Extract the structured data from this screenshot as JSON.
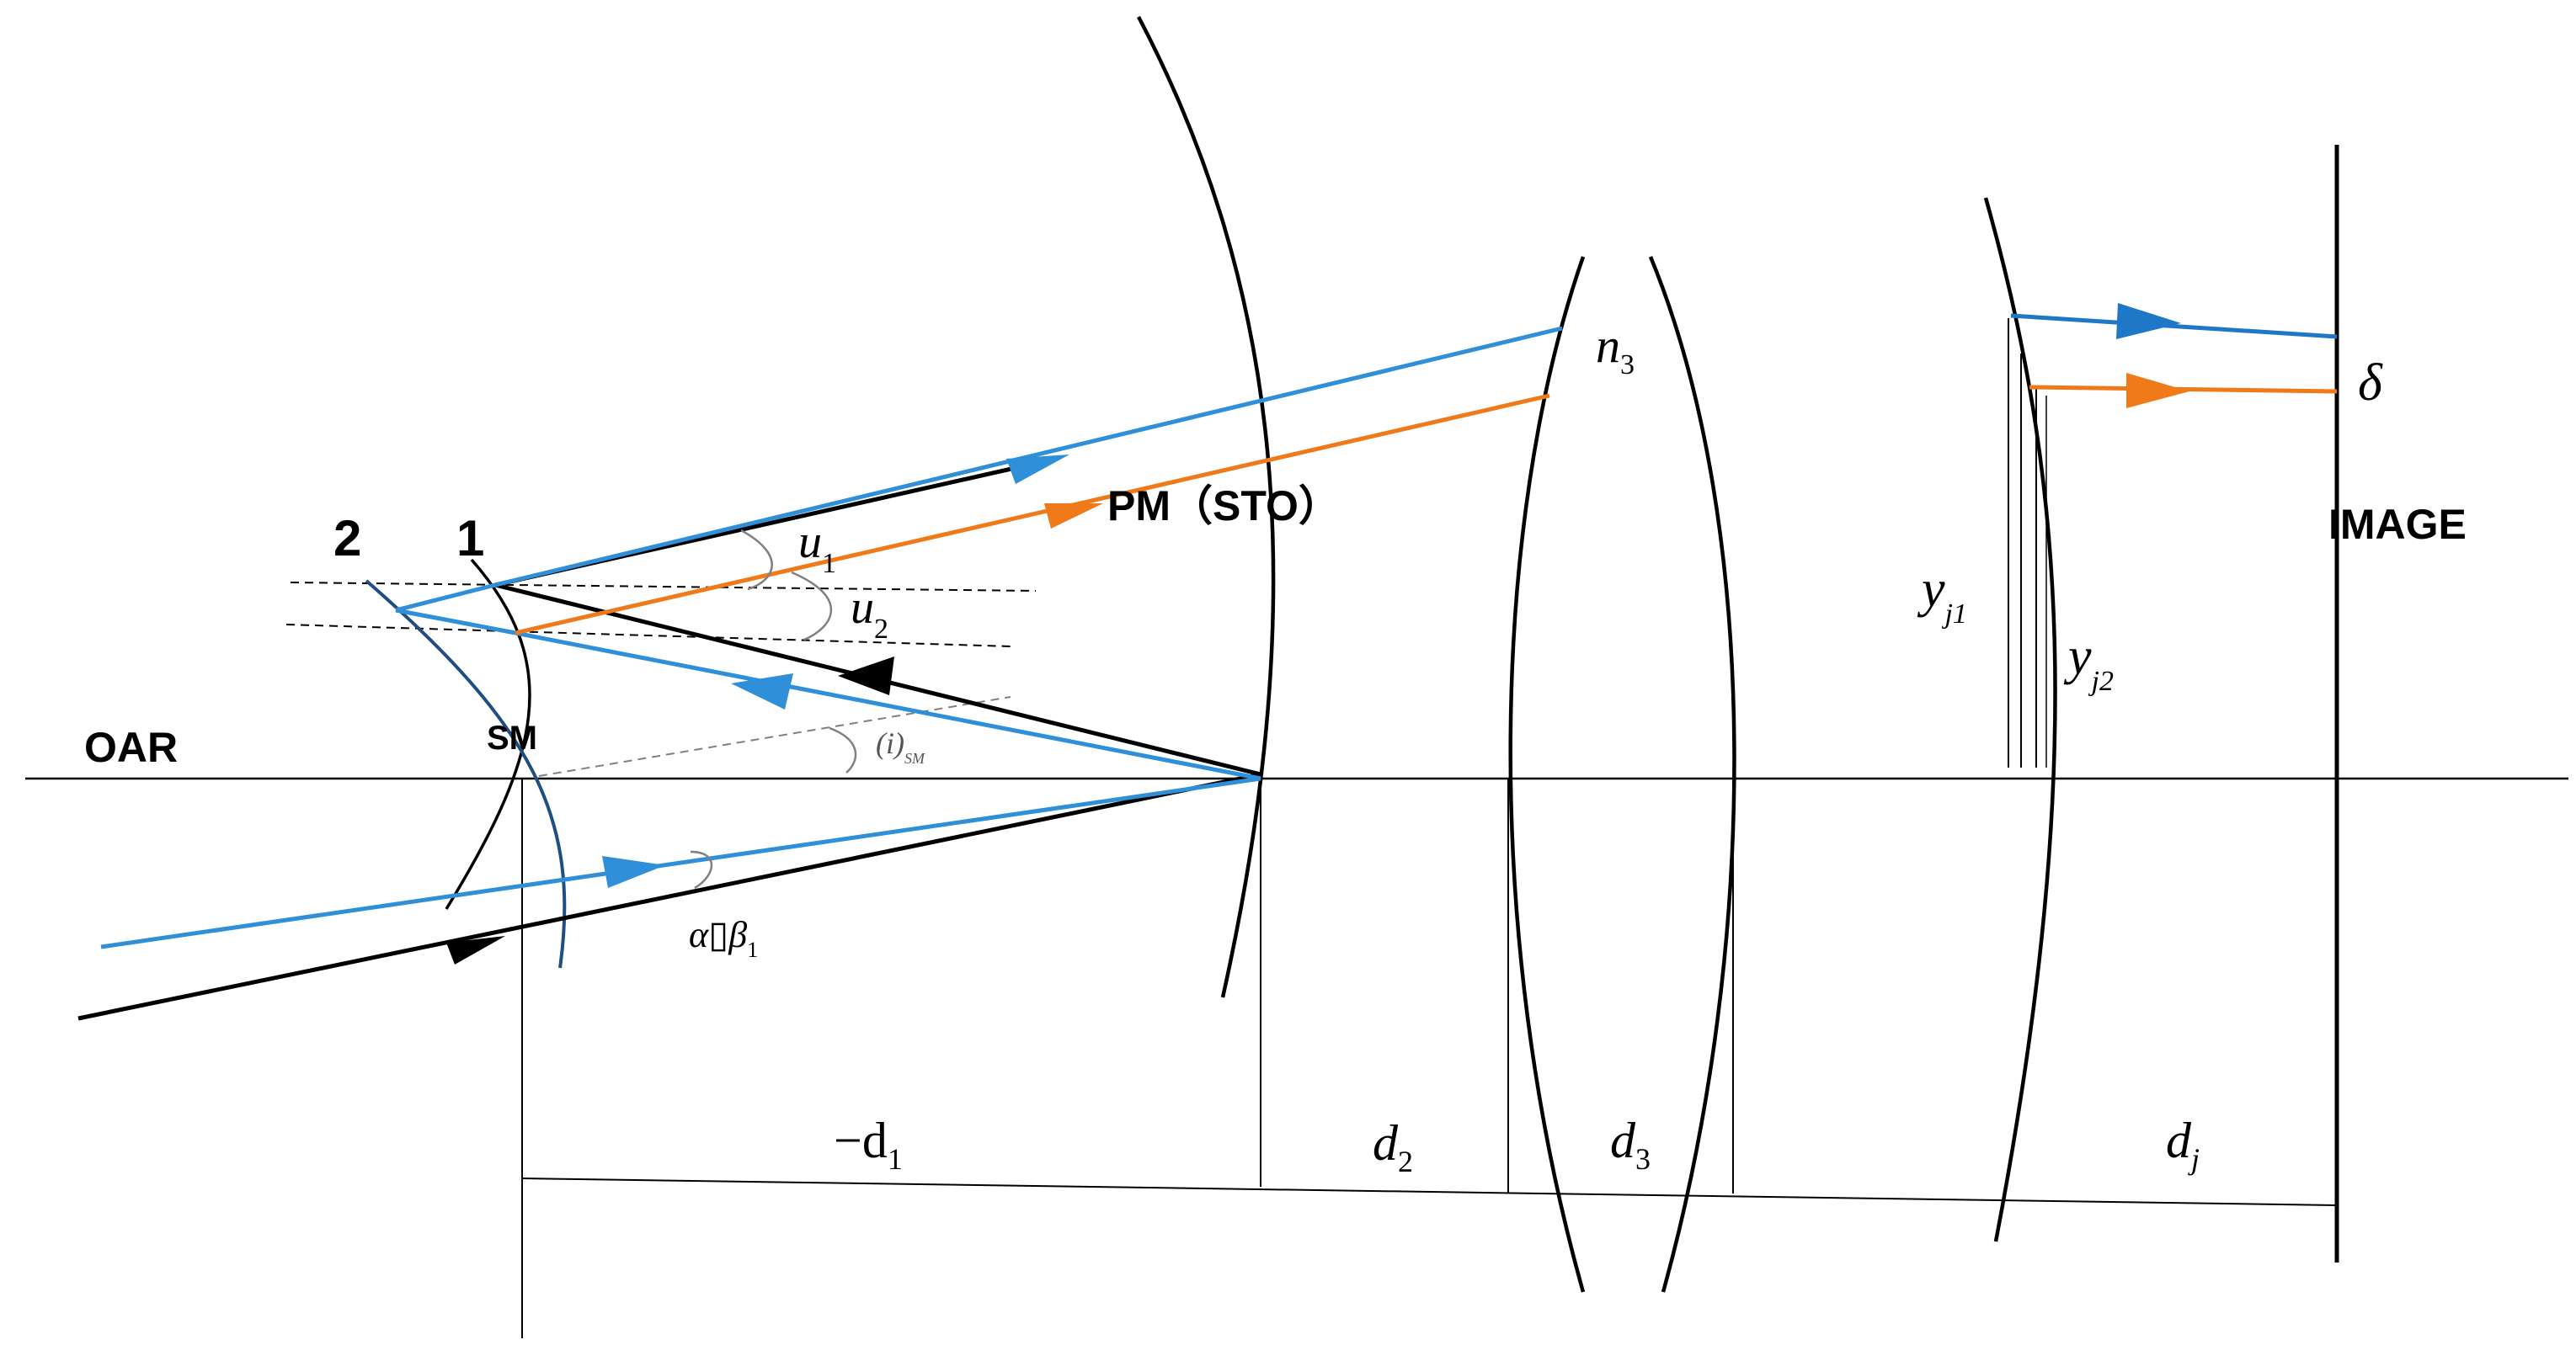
{
  "colors": {
    "ray_blue": "#2f8fd8",
    "ray_orange": "#f07a1a",
    "ray_black": "#000000",
    "mirror_dark_blue": "#1f4f82",
    "annotation_gray": "#808080"
  },
  "labels": {
    "oar": "OAR",
    "sm": "SM",
    "pm_sto": "PM（STO）",
    "image": "IMAGE",
    "surface_2": "2",
    "surface_1": "1",
    "u1": "u",
    "u1_sub": "1",
    "u2": "u",
    "u2_sub": "2",
    "i_sm": "(i)",
    "i_sm_sub": "SM",
    "alpha_beta": "α▯β",
    "alpha_beta_sub": "1",
    "n3": "n",
    "n3_sub": "3",
    "delta": "δ",
    "yj1": "y",
    "yj1_sub": "j1",
    "yj2": "y",
    "yj2_sub": "j2",
    "d1": "−d",
    "d1_sub": "1",
    "d2": "d",
    "d2_sub": "2",
    "d3": "d",
    "d3_sub": "3",
    "dj": "d",
    "dj_sub": "j"
  }
}
